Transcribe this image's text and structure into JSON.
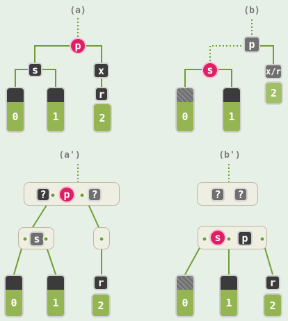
{
  "panels": {
    "a": {
      "caption": "(a)"
    },
    "b": {
      "caption": "(b)"
    },
    "a_prime": {
      "caption": "(a')"
    },
    "b_prime": {
      "caption": "(b')"
    }
  },
  "node_labels": {
    "p": "p",
    "s": "s",
    "x": "x",
    "r": "r",
    "xr": "x/r",
    "q": "?"
  },
  "leaf_labels": {
    "zero": "0",
    "one": "1",
    "two": "2"
  },
  "colors": {
    "background": "#e7f0e6",
    "edge": "#6f9d34",
    "pink_node": "#e01e63",
    "dark_node": "#3b3b3b",
    "leaf_green": "#94b552"
  }
}
